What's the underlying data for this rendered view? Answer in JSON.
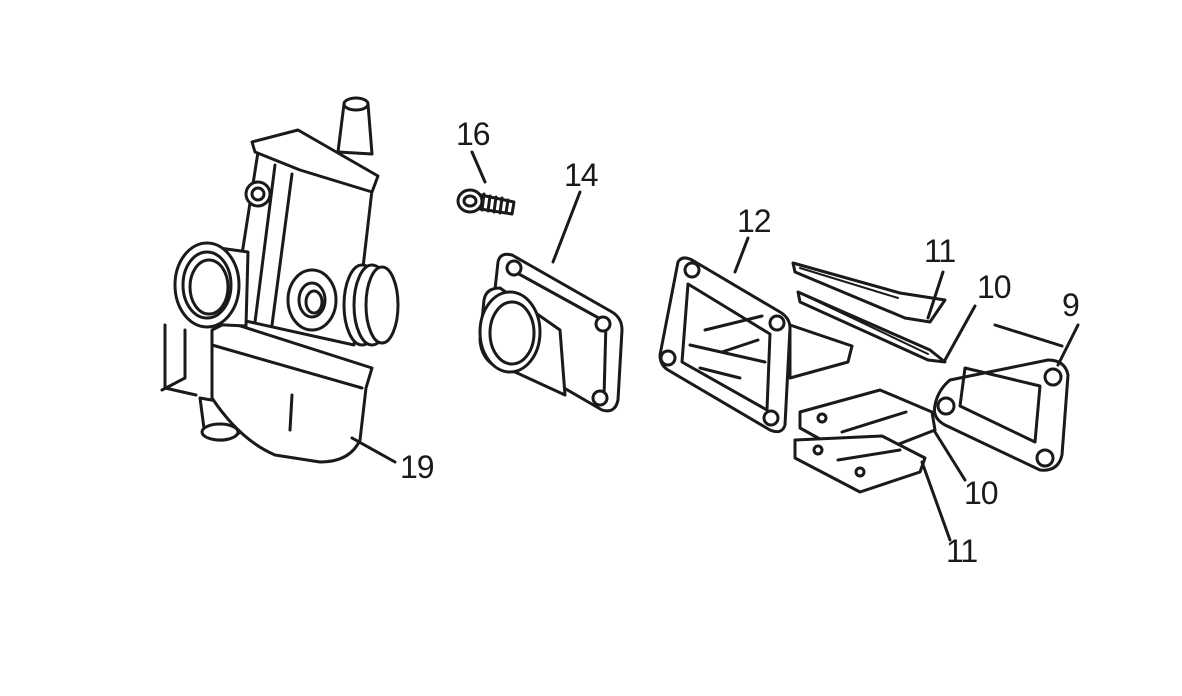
{
  "labels": [
    "16",
    "14",
    "12",
    "11",
    "10",
    "9",
    "19",
    "10",
    "11"
  ],
  "colors": {
    "line": "#1a1a1a",
    "background": "#ffffff"
  }
}
